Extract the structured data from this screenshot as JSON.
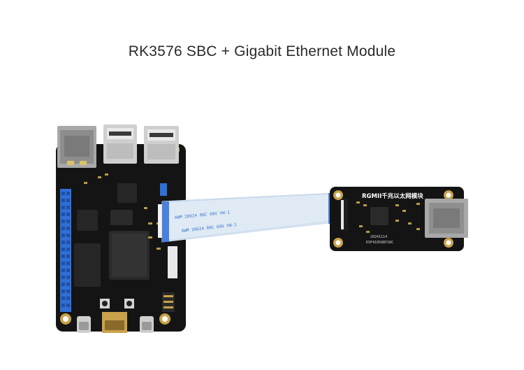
{
  "title": "RK3576 SBC + Gigabit Ethernet Module",
  "module": {
    "label": "RGMII千兆以太网模块",
    "date_code": "20241114",
    "serial": "ESF41056BY1RC"
  },
  "cable": {
    "print_row_1": "AWM 20624 80C 60V VW-1",
    "print_row_2": "AWM 20624 80C 60V VW-1"
  },
  "colors": {
    "board": "#141414",
    "header_pins": "#2f6fd6",
    "cable": "#dfeaf5",
    "gold": "#c9a24a"
  }
}
